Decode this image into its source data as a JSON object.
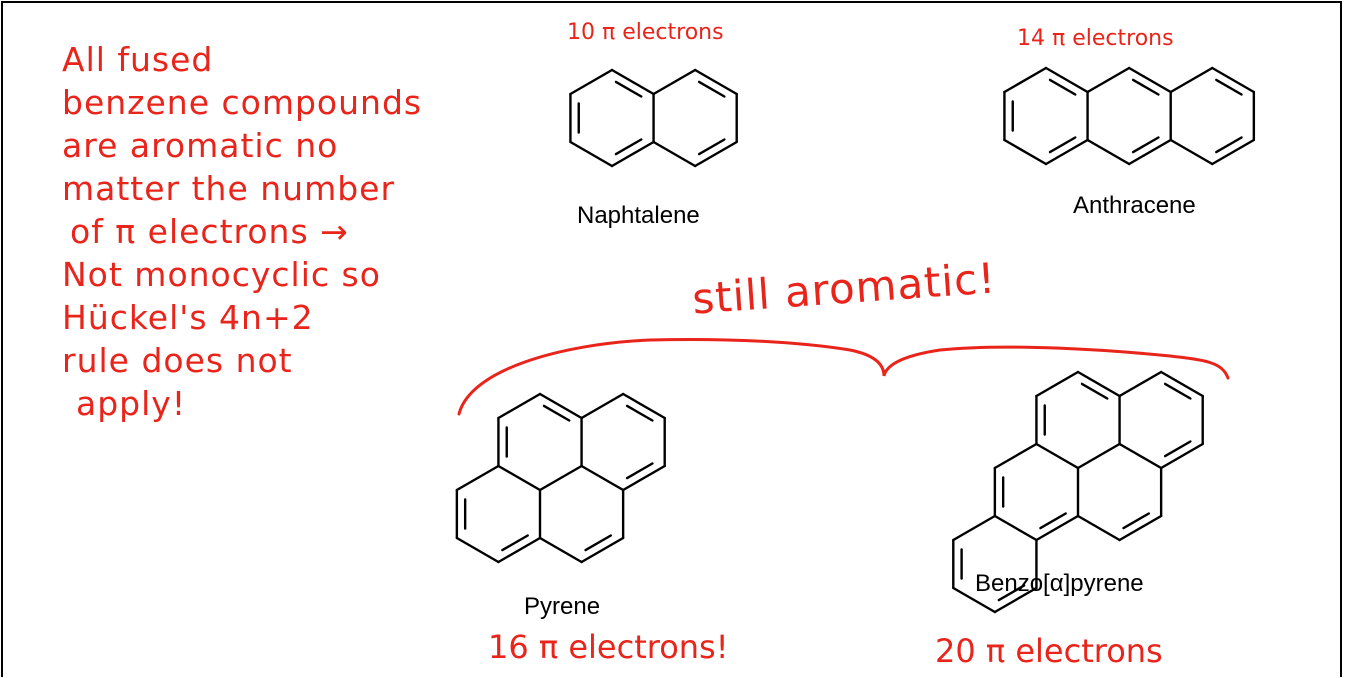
{
  "note": {
    "lines": [
      "All fused",
      "benzene compounds",
      "are aromatic no",
      "matter the number",
      "of π electrons →",
      "Not monocyclic so",
      "Hückel's 4n+2",
      "rule does not",
      "apply!"
    ],
    "color": "#e8241b"
  },
  "molecules": {
    "naphthalene": {
      "name": "Naphtalene",
      "electrons": "10 π electrons"
    },
    "anthracene": {
      "name": "Anthracene",
      "electrons": "14 π electrons"
    },
    "pyrene": {
      "name": "Pyrene",
      "electrons": "16 π electrons!"
    },
    "benzopyrene": {
      "name": "Benzo[α]pyrene",
      "electrons": "20 π electrons"
    }
  },
  "annotation": {
    "still_aromatic": "still aromatic!"
  }
}
